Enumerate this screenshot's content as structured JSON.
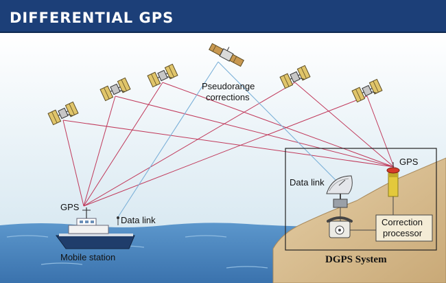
{
  "header": {
    "title": "Differential GPS",
    "title_display": "DIFFERENTIAL GPS"
  },
  "labels": {
    "pseudorange_line1": "Pseudorange",
    "pseudorange_line2": "corrections",
    "gps_mobile": "GPS",
    "data_link_mobile": "Data link",
    "mobile_station": "Mobile station",
    "gps_base": "GPS",
    "data_link_base": "Data link",
    "correction_line1": "Correction",
    "correction_line2": "processor",
    "dgps_system": "DGPS System"
  },
  "colors": {
    "header_bg": "#1c3f78",
    "sky_top": "#ffffff",
    "sky_bottom": "#cfe3ee",
    "sea": "#4a87c0",
    "land": "#d7bd93",
    "signal_line": "#c0385a",
    "data_link_line": "#7bb0d8",
    "box_border": "#222222",
    "processor_box": "#f4ecd6"
  },
  "icons": {
    "satellite": "satellite-icon",
    "communication_satellite": "comm-satellite-icon",
    "ship": "ship-icon",
    "dish": "satellite-dish-icon",
    "antenna": "gps-antenna-icon",
    "telephone": "telephone-icon"
  }
}
